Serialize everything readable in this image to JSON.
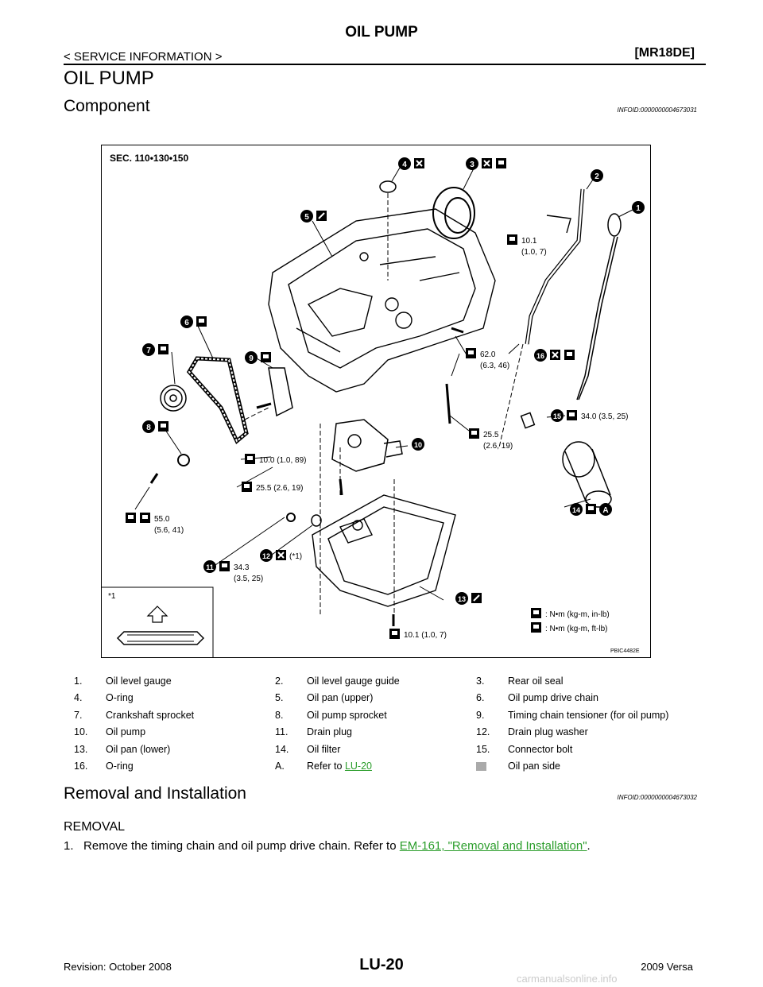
{
  "header": {
    "title": "OIL PUMP",
    "section": "< SERVICE INFORMATION >",
    "engine": "[MR18DE]"
  },
  "page_title": "OIL PUMP",
  "component": {
    "heading": "Component",
    "info_id": "INFOID:0000000004673031"
  },
  "figure": {
    "sec": "SEC. 110•130•150",
    "code": "PBIC4482E",
    "note_mark": "*1",
    "torques": {
      "t1": "10.1",
      "t1b": "(1.0, 7)",
      "t2": "62.0",
      "t2b": "(6.3, 46)",
      "t3": "34.0 (3.5, 25)",
      "t4": "25.5",
      "t4b": "(2.6, 19)",
      "t5": "10.0 (1.0, 89)",
      "t6": "25.5 (2.6, 19)",
      "t7": "55.0",
      "t7b": "(5.6, 41)",
      "t8": "(*1)",
      "t9": "34.3",
      "t9b": "(3.5, 25)",
      "t10": "10.1 (1.0, 7)"
    },
    "key1": ": N•m (kg-m, in-lb)",
    "key2": ": N•m (kg-m, ft-lb)",
    "callouts": [
      "1",
      "2",
      "3",
      "4",
      "5",
      "6",
      "7",
      "8",
      "9",
      "10",
      "11",
      "12",
      "13",
      "14",
      "15",
      "16",
      "A"
    ]
  },
  "legend": {
    "rows": [
      [
        {
          "n": "1.",
          "t": "Oil level gauge"
        },
        {
          "n": "2.",
          "t": "Oil level gauge guide"
        },
        {
          "n": "3.",
          "t": "Rear oil seal"
        }
      ],
      [
        {
          "n": "4.",
          "t": "O-ring"
        },
        {
          "n": "5.",
          "t": "Oil pan (upper)"
        },
        {
          "n": "6.",
          "t": "Oil pump drive chain"
        }
      ],
      [
        {
          "n": "7.",
          "t": "Crankshaft sprocket"
        },
        {
          "n": "8.",
          "t": "Oil pump sprocket"
        },
        {
          "n": "9.",
          "t": "Timing chain tensioner (for oil pump)"
        }
      ],
      [
        {
          "n": "10.",
          "t": "Oil pump"
        },
        {
          "n": "11.",
          "t": "Drain plug"
        },
        {
          "n": "12.",
          "t": "Drain plug washer"
        }
      ],
      [
        {
          "n": "13.",
          "t": "Oil pan (lower)"
        },
        {
          "n": "14.",
          "t": "Oil filter"
        },
        {
          "n": "15.",
          "t": "Connector bolt"
        }
      ]
    ],
    "last": {
      "n1": "16.",
      "t1": "O-ring",
      "n2": "A.",
      "t2": "Refer to",
      "link": "LU-20",
      "t3": "Oil pan side"
    }
  },
  "removal": {
    "heading": "Removal and Installation",
    "info_id": "INFOID:0000000004673032",
    "sub": "REMOVAL",
    "step_num": "1.",
    "step_text": "Remove the timing chain and oil pump drive chain. Refer to",
    "step_link": "EM-161, \"Removal and Installation\"",
    "step_end": "."
  },
  "footer": {
    "revision": "Revision: October 2008",
    "page": "LU-20",
    "model": "2009 Versa",
    "watermark": "carmanualsonline.info"
  }
}
